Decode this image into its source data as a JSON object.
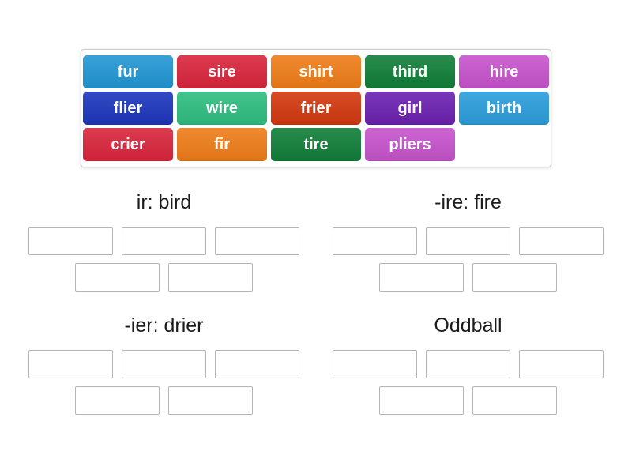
{
  "bank": {
    "tiles": [
      {
        "label": "fur",
        "color": "#2196d3"
      },
      {
        "label": "sire",
        "color": "#d9253c"
      },
      {
        "label": "shirt",
        "color": "#ee7c18"
      },
      {
        "label": "third",
        "color": "#107e38"
      },
      {
        "label": "hire",
        "color": "#c653cc"
      },
      {
        "label": "flier",
        "color": "#1d36bd"
      },
      {
        "label": "wire",
        "color": "#2ebd80"
      },
      {
        "label": "frier",
        "color": "#d2380f"
      },
      {
        "label": "girl",
        "color": "#6b21b0"
      },
      {
        "label": "birth",
        "color": "#2b9ddb"
      },
      {
        "label": "crier",
        "color": "#d9253c"
      },
      {
        "label": "fir",
        "color": "#ee7c18"
      },
      {
        "label": "tire",
        "color": "#107e38"
      },
      {
        "label": "pliers",
        "color": "#c653cc"
      }
    ]
  },
  "groups": [
    {
      "title": "ir: bird",
      "slot_count": 5
    },
    {
      "title": "-ire: fire",
      "slot_count": 5
    },
    {
      "title": "-ier: drier",
      "slot_count": 5
    },
    {
      "title": "Oddball",
      "slot_count": 5
    }
  ],
  "colors": {
    "page_background": "#ffffff",
    "bank_border": "#cccccc",
    "slot_border": "#b5b5b5",
    "heading_text": "#1c1c1c",
    "tile_text": "#ffffff"
  }
}
